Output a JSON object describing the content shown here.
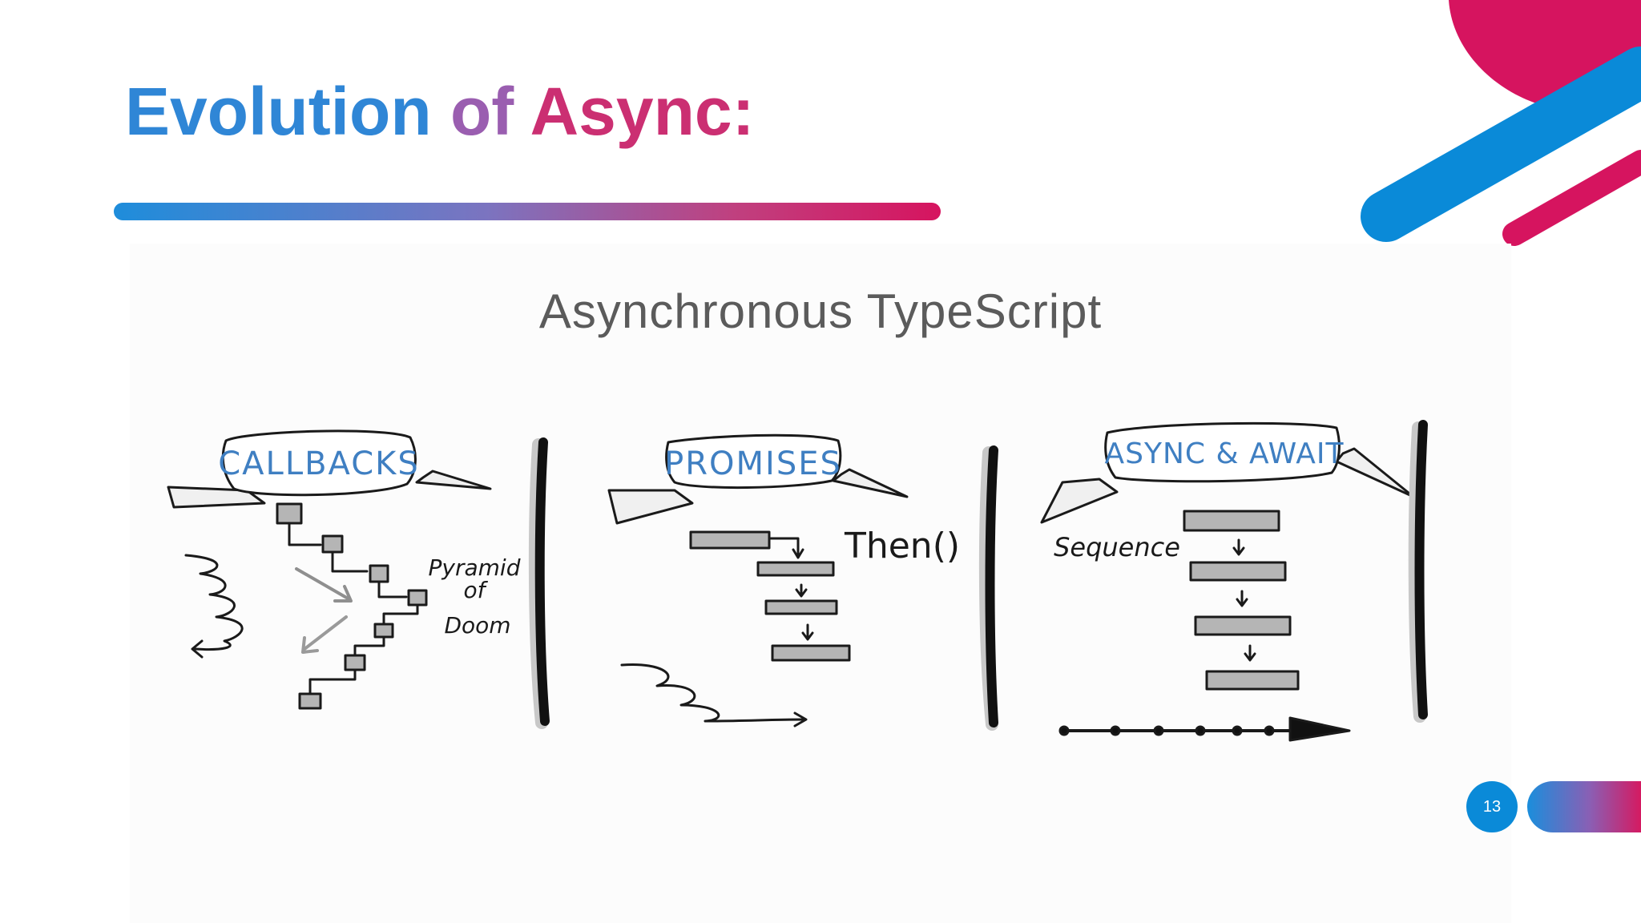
{
  "slide": {
    "title_part1": "Evolution ",
    "title_part2": "of ",
    "title_part3": "Async:",
    "page_number": "13"
  },
  "video": {
    "heading": "Asynchronous TypeScript",
    "panels": [
      {
        "banner": "CALLBACKS",
        "notes": [
          "Pyramid",
          "of",
          "Doom"
        ]
      },
      {
        "banner": "PROMISES",
        "notes": [
          "Then()"
        ]
      },
      {
        "banner": "ASYNC & AWAIT",
        "notes": [
          "Sequence"
        ]
      }
    ]
  },
  "colors": {
    "brand_blue": "#0a8ad8",
    "brand_pink": "#d6145f",
    "sketch_blue": "#3f7fc2"
  }
}
